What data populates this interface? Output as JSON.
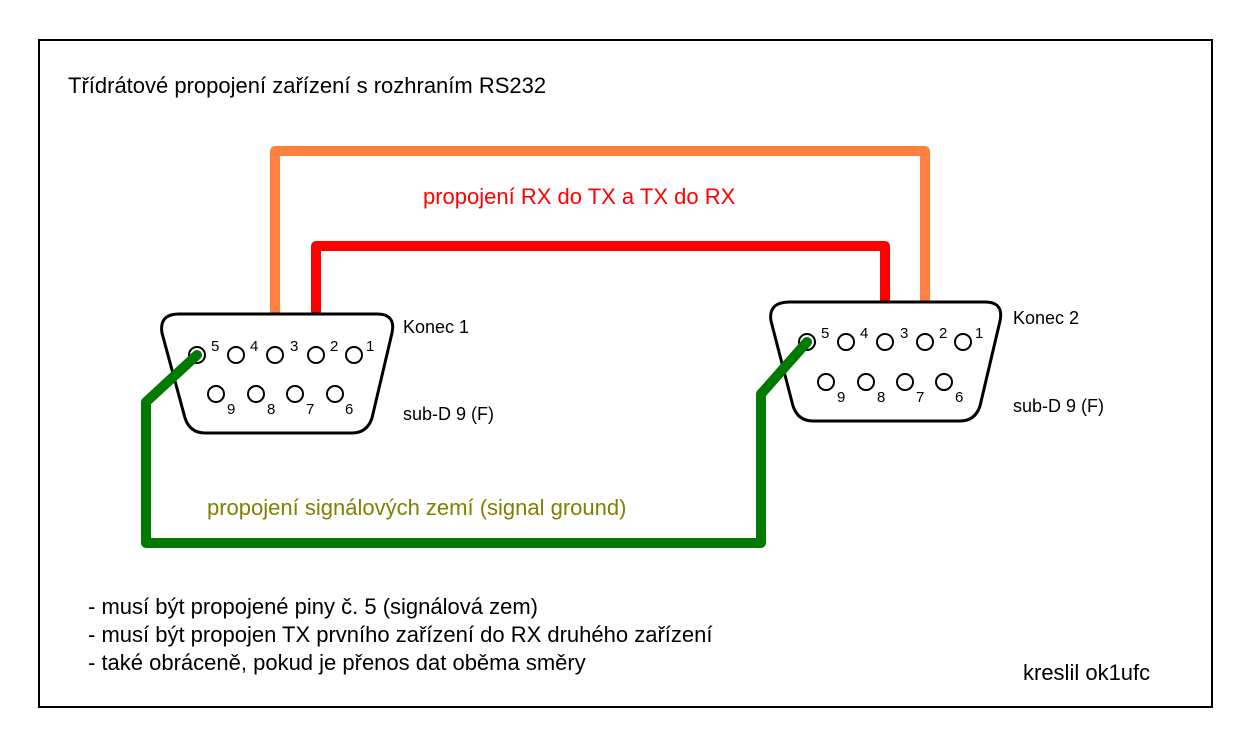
{
  "title": "Třídrátové propojení zařízení s rozhraním RS232",
  "wires": {
    "rx_tx_label": "propojení RX do TX a TX do RX",
    "ground_label": "propojení signálových zemí (signal ground)"
  },
  "connector1": {
    "name": "Konec 1",
    "type": "sub-D 9 (F)",
    "top_pins": [
      "5",
      "4",
      "3",
      "2",
      "1"
    ],
    "bottom_pins": [
      "9",
      "8",
      "7",
      "6"
    ]
  },
  "connector2": {
    "name": "Konec 2",
    "type": "sub-D 9 (F)",
    "top_pins": [
      "5",
      "4",
      "3",
      "2",
      "1"
    ],
    "bottom_pins": [
      "9",
      "8",
      "7",
      "6"
    ]
  },
  "notes": [
    "- musí být propojené piny č. 5 (signálová zem)",
    "- musí být propojen TX prvního zařízení do RX druhého zařízení",
    "- také obráceně, pokud je přenos dat oběma směry"
  ],
  "author": "kreslil ok1ufc",
  "colors": {
    "orange_wire": "#FF8040",
    "red_wire": "#FF0000",
    "green_wire": "#007A00",
    "red_text": "#FF0000",
    "green_text": "#808000"
  }
}
